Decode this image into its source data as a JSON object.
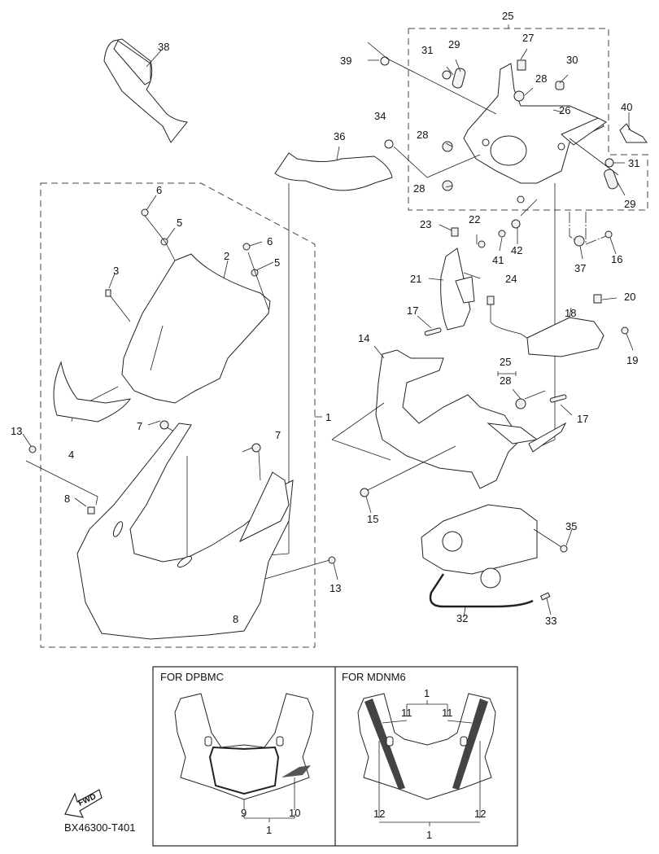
{
  "diagram": {
    "code": "BX46300-T401",
    "fwd_label": "FWD",
    "variants": [
      {
        "title": "FOR  DPBMC",
        "callouts": [
          "9",
          "10",
          "1"
        ]
      },
      {
        "title": "FOR  MDNM6",
        "callouts": [
          "1",
          "11",
          "11",
          "12",
          "12",
          "1"
        ]
      }
    ],
    "callouts": [
      {
        "id": "c38",
        "text": "38"
      },
      {
        "id": "c36",
        "text": "36"
      },
      {
        "id": "c34",
        "text": "34"
      },
      {
        "id": "c39",
        "text": "39"
      },
      {
        "id": "c25a",
        "text": "25"
      },
      {
        "id": "c31a",
        "text": "31"
      },
      {
        "id": "c29a",
        "text": "29"
      },
      {
        "id": "c27",
        "text": "27"
      },
      {
        "id": "c30",
        "text": "30"
      },
      {
        "id": "c28a",
        "text": "28"
      },
      {
        "id": "c26",
        "text": "26"
      },
      {
        "id": "c40",
        "text": "40"
      },
      {
        "id": "c28b",
        "text": "28"
      },
      {
        "id": "c28c",
        "text": "28"
      },
      {
        "id": "c31b",
        "text": "31"
      },
      {
        "id": "c29b",
        "text": "29"
      },
      {
        "id": "c23",
        "text": "23"
      },
      {
        "id": "c22",
        "text": "22"
      },
      {
        "id": "c41",
        "text": "41"
      },
      {
        "id": "c42",
        "text": "42"
      },
      {
        "id": "c37",
        "text": "37"
      },
      {
        "id": "c16",
        "text": "16"
      },
      {
        "id": "c21",
        "text": "21"
      },
      {
        "id": "c24",
        "text": "24"
      },
      {
        "id": "c20",
        "text": "20"
      },
      {
        "id": "c18",
        "text": "18"
      },
      {
        "id": "c19",
        "text": "19"
      },
      {
        "id": "c17a",
        "text": "17"
      },
      {
        "id": "c14",
        "text": "14"
      },
      {
        "id": "c25b",
        "text": "25"
      },
      {
        "id": "c28d",
        "text": "28"
      },
      {
        "id": "c17b",
        "text": "17"
      },
      {
        "id": "c15",
        "text": "15"
      },
      {
        "id": "c35",
        "text": "35"
      },
      {
        "id": "c32",
        "text": "32"
      },
      {
        "id": "c33",
        "text": "33"
      },
      {
        "id": "c6a",
        "text": "6"
      },
      {
        "id": "c5a",
        "text": "5"
      },
      {
        "id": "c6b",
        "text": "6"
      },
      {
        "id": "c5b",
        "text": "5"
      },
      {
        "id": "c3",
        "text": "3"
      },
      {
        "id": "c2",
        "text": "2"
      },
      {
        "id": "c4",
        "text": "4"
      },
      {
        "id": "c13a",
        "text": "13"
      },
      {
        "id": "c7a",
        "text": "7"
      },
      {
        "id": "c7b",
        "text": "7"
      },
      {
        "id": "c1",
        "text": "1"
      },
      {
        "id": "c8a",
        "text": "8"
      },
      {
        "id": "c8b",
        "text": "8"
      },
      {
        "id": "c13b",
        "text": "13"
      }
    ]
  }
}
